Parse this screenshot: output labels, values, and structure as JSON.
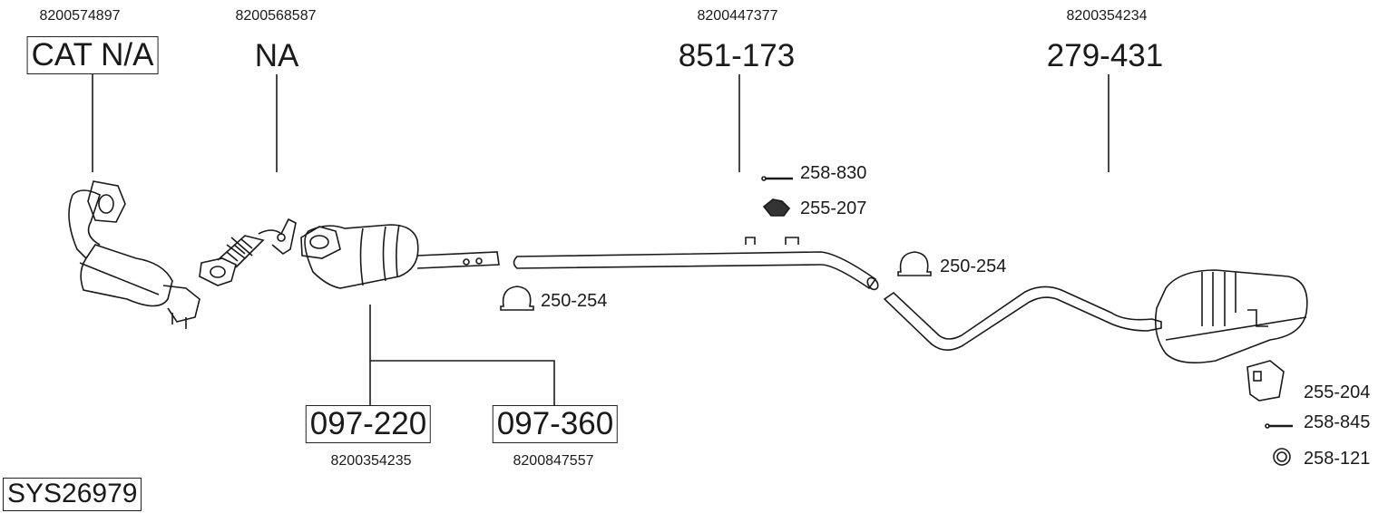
{
  "system_code": "SYS26979",
  "top_parts": [
    {
      "oe": "8200574897",
      "ref": "CAT N/A",
      "boxed": true
    },
    {
      "oe": "8200568587",
      "ref": "NA",
      "boxed": false
    },
    {
      "oe": "8200447377",
      "ref": "851-173",
      "boxed": false
    },
    {
      "oe": "8200354234",
      "ref": "279-431",
      "boxed": false
    }
  ],
  "bottom_parts": [
    {
      "ref": "097-220",
      "oe": "8200354235"
    },
    {
      "ref": "097-360",
      "oe": "8200847557"
    }
  ],
  "accessories": [
    {
      "ref": "258-830",
      "icon": "bolt-icon"
    },
    {
      "ref": "255-207",
      "icon": "rubber-hanger-icon"
    },
    {
      "ref": "250-254",
      "icon": "pipe-clamp-icon"
    },
    {
      "ref": "250-254",
      "icon": "pipe-clamp-icon"
    },
    {
      "ref": "255-204",
      "icon": "bracket-hanger-icon"
    },
    {
      "ref": "258-845",
      "icon": "bolt-icon"
    },
    {
      "ref": "258-121",
      "icon": "seal-ring-icon"
    }
  ],
  "colors": {
    "line": "#1a1a1a",
    "background": "#ffffff"
  }
}
